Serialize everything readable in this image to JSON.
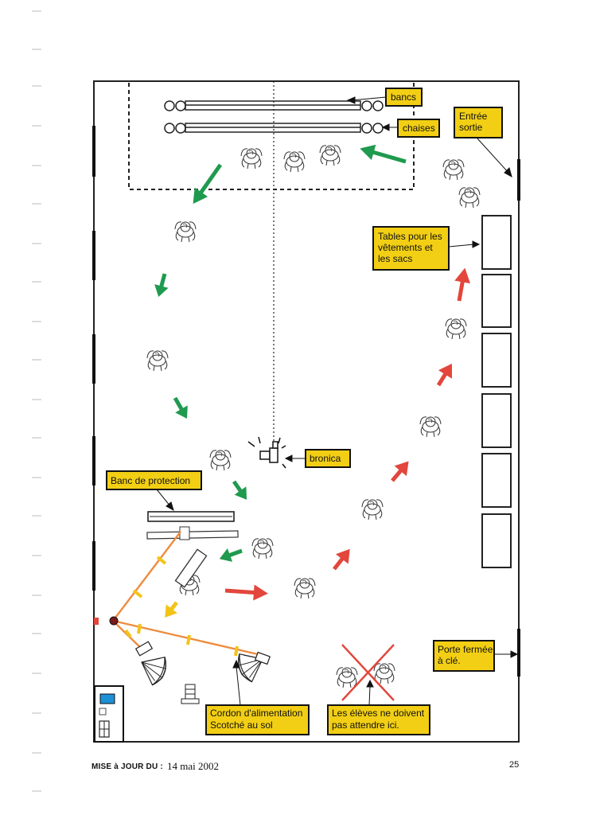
{
  "labels": {
    "bancs": "bancs",
    "chaises": "chaises",
    "entree_line1": "Entrée",
    "entree_line2": "sortie",
    "tables_line1": "Tables pour les",
    "tables_line2": "vêtements et",
    "tables_line3": "les sacs",
    "bronica": "bronica",
    "banc_protection": "Banc de protection",
    "porte_line1": "Porte fermée",
    "porte_line2": "à clé.",
    "cordon_line1": "Cordon d'alimentation",
    "cordon_line2": "Scotché au sol",
    "eleves_line1": "Les élèves ne doivent",
    "eleves_line2": "pas attendre ici."
  },
  "footer": {
    "update_label": "MISE à JOUR DU :",
    "date": "14 mai 2002",
    "page": "25"
  },
  "colors": {
    "label_fill": "#f2cf14",
    "green_arrow": "#1f9a4e",
    "red_arrow": "#e2463c",
    "cable": "#ee8c3e",
    "yellow_arrow": "#f2c418"
  }
}
